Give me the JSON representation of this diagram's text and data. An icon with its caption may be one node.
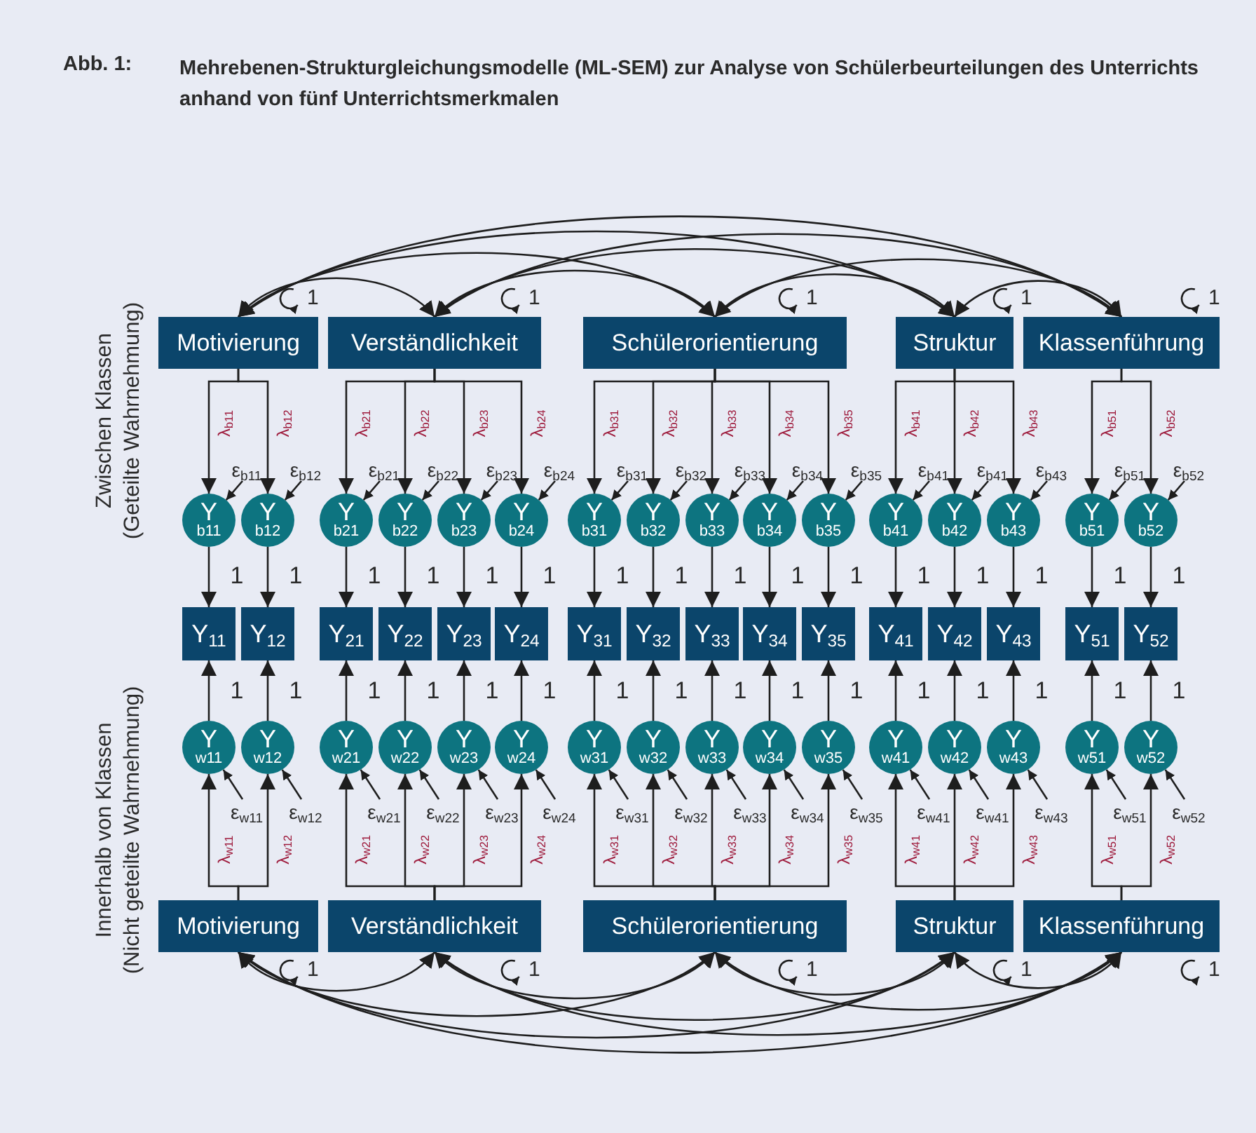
{
  "diagram": {
    "title": "Mehrebenen-Strukturgleichungsmodelle (ML-SEM) zur Analyse von Schülerbeurteilungen des Unterrichts anhand von fünf Unterrichtsmerkmalen",
    "nodes": [
      {
        "text": [
          "Motivierung"
        ],
        "beside": [
          "1"
        ]
      },
      {
        "text": [
          "Verständlichkeit"
        ],
        "beside": [
          "1"
        ]
      },
      {
        "text": [
          "Schülerorientierung"
        ],
        "beside": [
          "1"
        ]
      },
      {
        "text": [
          "Struktur"
        ],
        "beside": [
          "1"
        ]
      },
      {
        "text": [
          "Klassenführung"
        ],
        "beside": [
          "1"
        ]
      },
      {
        "text": [
          "ε$_{b11}$"
        ]
      },
      {
        "text": [
          "ε$_{b12}$"
        ]
      },
      {
        "text": [
          "ε$_{b21}$"
        ]
      },
      {
        "text": [
          "ε$_{b22}$"
        ]
      },
      {
        "text": [
          "ε$_{b23}$"
        ]
      },
      {
        "text": [
          "ε$_{b24}$"
        ]
      },
      {
        "text": [
          "ε$_{b31}$"
        ]
      },
      {
        "text": [
          "ε$_{b32}$"
        ]
      },
      {
        "text": [
          "ε$_{b33}$"
        ]
      },
      {
        "text": [
          "ε$_{b34}$"
        ]
      },
      {
        "text": [
          "ε$_{b35}$"
        ]
      },
      {
        "text": [
          "ε$_{b41}$"
        ]
      },
      {
        "text": [
          "ε$_{b41}$"
        ]
      },
      {
        "text": [
          "ε$_{b43}$"
        ]
      },
      {
        "text": [
          "ε$_{b51}$"
        ]
      },
      {
        "text": [
          "ε$_{b52}$"
        ]
      },
      {
        "text": [
          "Y",
          "b11"
        ]
      },
      {
        "text": [
          "Y",
          "b12"
        ]
      },
      {
        "text": [
          "Y",
          "b21"
        ]
      },
      {
        "text": [
          "Y",
          "b22"
        ]
      },
      {
        "text": [
          "Y",
          "b23"
        ]
      },
      {
        "text": [
          "Y",
          "b24"
        ]
      },
      {
        "text": [
          "Y",
          "b31"
        ]
      },
      {
        "text": [
          "Y",
          "b32"
        ]
      },
      {
        "text": [
          "Y",
          "b33"
        ]
      },
      {
        "text": [
          "Y",
          "b34"
        ]
      },
      {
        "text": [
          "Y",
          "b35"
        ]
      },
      {
        "text": [
          "Y",
          "b41"
        ]
      },
      {
        "text": [
          "Y",
          "b42"
        ]
      },
      {
        "text": [
          "Y",
          "b43"
        ]
      },
      {
        "text": [
          "Y",
          "b51"
        ]
      },
      {
        "text": [
          "Y",
          "b52"
        ]
      },
      {
        "text": [
          "Y$_{11}$"
        ]
      },
      {
        "text": [
          "Y$_{12}$"
        ]
      },
      {
        "text": [
          "Y$_{21}$"
        ]
      },
      {
        "text": [
          "Y$_{22}$"
        ]
      },
      {
        "text": [
          "Y$_{23}$"
        ]
      },
      {
        "text": [
          "Y$_{24}$"
        ]
      },
      {
        "text": [
          "Y$_{31}$"
        ]
      },
      {
        "text": [
          "Y$_{32}$"
        ]
      },
      {
        "text": [
          "Y$_{33}$"
        ]
      },
      {
        "text": [
          "Y$_{34}$"
        ]
      },
      {
        "text": [
          "Y$_{35}$"
        ]
      },
      {
        "text": [
          "Y$_{41}$"
        ]
      },
      {
        "text": [
          "Y$_{42}$"
        ]
      },
      {
        "text": [
          "Y$_{43}$"
        ]
      },
      {
        "text": [
          "Y$_{51}$"
        ]
      },
      {
        "text": [
          "Y$_{52}$"
        ]
      },
      {
        "text": [
          "Y",
          "w11"
        ]
      },
      {
        "text": [
          "Y",
          "w12"
        ]
      },
      {
        "text": [
          "Y",
          "w21"
        ]
      },
      {
        "text": [
          "Y",
          "w22"
        ]
      },
      {
        "text": [
          "Y",
          "w23"
        ]
      },
      {
        "text": [
          "Y",
          "w24"
        ]
      },
      {
        "text": [
          "Y",
          "w31"
        ]
      },
      {
        "text": [
          "Y",
          "w32"
        ]
      },
      {
        "text": [
          "Y",
          "w33"
        ]
      },
      {
        "text": [
          "Y",
          "w34"
        ]
      },
      {
        "text": [
          "Y",
          "w35"
        ]
      },
      {
        "text": [
          "Y",
          "w41"
        ]
      },
      {
        "text": [
          "Y",
          "w42"
        ]
      },
      {
        "text": [
          "Y",
          "w43"
        ]
      },
      {
        "text": [
          "Y",
          "w51"
        ]
      },
      {
        "text": [
          "Y",
          "w52"
        ]
      },
      {
        "text": [
          "ε$_{w11}$"
        ]
      },
      {
        "text": [
          "ε$_{w12}$"
        ]
      },
      {
        "text": [
          "ε$_{w21}$"
        ]
      },
      {
        "text": [
          "ε$_{w22}$"
        ]
      },
      {
        "text": [
          "ε$_{w23}$"
        ]
      },
      {
        "text": [
          "ε$_{w24}$"
        ]
      },
      {
        "text": [
          "ε$_{w31}$"
        ]
      },
      {
        "text": [
          "ε$_{w32}$"
        ]
      },
      {
        "text": [
          "ε$_{w33}$"
        ]
      },
      {
        "text": [
          "ε$_{w34}$"
        ]
      },
      {
        "text": [
          "ε$_{w35}$"
        ]
      },
      {
        "text": [
          "ε$_{w41}$"
        ]
      },
      {
        "text": [
          "ε$_{w41}$"
        ]
      },
      {
        "text": [
          "ε$_{w43}$"
        ]
      },
      {
        "text": [
          "ε$_{w51}$"
        ]
      },
      {
        "text": [
          "ε$_{w52}$"
        ]
      },
      {
        "text": [
          "Motivierung"
        ],
        "beside": [
          "1"
        ]
      },
      {
        "text": [
          "Verständlichkeit"
        ],
        "beside": [
          "1"
        ]
      },
      {
        "text": [
          "Schülerorientierung"
        ],
        "beside": [
          "1"
        ]
      },
      {
        "text": [
          "Struktur"
        ],
        "beside": [
          "1"
        ]
      },
      {
        "text": [
          "Klassenführung"
        ],
        "beside": [
          "1"
        ]
      }
    ],
    "edges": [
      {
        "from": 0,
        "to": 1,
        "arrow": "both"
      },
      {
        "from": 0,
        "to": 2,
        "arrow": "both"
      },
      {
        "from": 0,
        "to": 3,
        "arrow": "both"
      },
      {
        "from": 0,
        "to": 4,
        "arrow": "both"
      },
      {
        "from": 1,
        "to": 2,
        "arrow": "both"
      },
      {
        "from": 1,
        "to": 3,
        "arrow": "both"
      },
      {
        "from": 1,
        "to": 4,
        "arrow": "both"
      },
      {
        "from": 2,
        "to": 3,
        "arrow": "both"
      },
      {
        "from": 2,
        "to": 4,
        "arrow": "both"
      },
      {
        "from": 3,
        "to": 4,
        "arrow": "both"
      },
      {
        "from": 0,
        "to": 21,
        "arrow": "to",
        "label": "λ$_{b11}$"
      },
      {
        "from": 0,
        "to": 22,
        "arrow": "to",
        "label": "λ$_{b12}$"
      },
      {
        "from": 1,
        "to": 23,
        "arrow": "to",
        "label": "λ$_{b21}$"
      },
      {
        "from": 1,
        "to": 24,
        "arrow": "to",
        "label": "λ$_{b22}$"
      },
      {
        "from": 1,
        "to": 25,
        "arrow": "to",
        "label": "λ$_{b23}$"
      },
      {
        "from": 1,
        "to": 26,
        "arrow": "to",
        "label": "λ$_{b24}$"
      },
      {
        "from": 2,
        "to": 27,
        "arrow": "to",
        "label": "λ$_{b31}$"
      },
      {
        "from": 2,
        "to": 28,
        "arrow": "to",
        "label": "λ$_{b32}$"
      },
      {
        "from": 2,
        "to": 29,
        "arrow": "to",
        "label": "λ$_{b33}$"
      },
      {
        "from": 2,
        "to": 30,
        "arrow": "to",
        "label": "λ$_{b34}$"
      },
      {
        "from": 2,
        "to": 31,
        "arrow": "to",
        "label": "λ$_{b35}$"
      },
      {
        "from": 3,
        "to": 32,
        "arrow": "to",
        "label": "λ$_{b41}$"
      },
      {
        "from": 3,
        "to": 33,
        "arrow": "to",
        "label": "λ$_{b42}$"
      },
      {
        "from": 3,
        "to": 34,
        "arrow": "to",
        "label": "λ$_{b43}$"
      },
      {
        "from": 4,
        "to": 35,
        "arrow": "to",
        "label": "λ$_{b51}$"
      },
      {
        "from": 4,
        "to": 36,
        "arrow": "to",
        "label": "λ$_{b52}$"
      },
      {
        "from": 5,
        "to": 21,
        "arrow": "to"
      },
      {
        "from": 6,
        "to": 22,
        "arrow": "to"
      },
      {
        "from": 7,
        "to": 23,
        "arrow": "to"
      },
      {
        "from": 8,
        "to": 24,
        "arrow": "to"
      },
      {
        "from": 9,
        "to": 25,
        "arrow": "to"
      },
      {
        "from": 10,
        "to": 26,
        "arrow": "to"
      },
      {
        "from": 11,
        "to": 27,
        "arrow": "to"
      },
      {
        "from": 12,
        "to": 28,
        "arrow": "to"
      },
      {
        "from": 13,
        "to": 29,
        "arrow": "to"
      },
      {
        "from": 14,
        "to": 30,
        "arrow": "to"
      },
      {
        "from": 15,
        "to": 31,
        "arrow": "to"
      },
      {
        "from": 16,
        "to": 32,
        "arrow": "to"
      },
      {
        "from": 17,
        "to": 33,
        "arrow": "to"
      },
      {
        "from": 18,
        "to": 34,
        "arrow": "to"
      },
      {
        "from": 19,
        "to": 35,
        "arrow": "to"
      },
      {
        "from": 20,
        "to": 36,
        "arrow": "to"
      },
      {
        "from": 21,
        "to": 37,
        "arrow": "to",
        "label": "1"
      },
      {
        "from": 22,
        "to": 38,
        "arrow": "to",
        "label": "1"
      },
      {
        "from": 23,
        "to": 39,
        "arrow": "to",
        "label": "1"
      },
      {
        "from": 24,
        "to": 40,
        "arrow": "to",
        "label": "1"
      },
      {
        "from": 25,
        "to": 41,
        "arrow": "to",
        "label": "1"
      },
      {
        "from": 26,
        "to": 42,
        "arrow": "to",
        "label": "1"
      },
      {
        "from": 27,
        "to": 43,
        "arrow": "to",
        "label": "1"
      },
      {
        "from": 28,
        "to": 44,
        "arrow": "to",
        "label": "1"
      },
      {
        "from": 29,
        "to": 45,
        "arrow": "to",
        "label": "1"
      },
      {
        "from": 30,
        "to": 46,
        "arrow": "to",
        "label": "1"
      },
      {
        "from": 31,
        "to": 47,
        "arrow": "to",
        "label": "1"
      },
      {
        "from": 32,
        "to": 48,
        "arrow": "to",
        "label": "1"
      },
      {
        "from": 33,
        "to": 49,
        "arrow": "to",
        "label": "1"
      },
      {
        "from": 34,
        "to": 50,
        "arrow": "to",
        "label": "1"
      },
      {
        "from": 35,
        "to": 51,
        "arrow": "to",
        "label": "1"
      },
      {
        "from": 36,
        "to": 52,
        "arrow": "to",
        "label": "1"
      },
      {
        "from": 53,
        "to": 37,
        "arrow": "to",
        "label": "1"
      },
      {
        "from": 54,
        "to": 38,
        "arrow": "to",
        "label": "1"
      },
      {
        "from": 55,
        "to": 39,
        "arrow": "to",
        "label": "1"
      },
      {
        "from": 56,
        "to": 40,
        "arrow": "to",
        "label": "1"
      },
      {
        "from": 57,
        "to": 41,
        "arrow": "to",
        "label": "1"
      },
      {
        "from": 58,
        "to": 42,
        "arrow": "to",
        "label": "1"
      },
      {
        "from": 59,
        "to": 43,
        "arrow": "to",
        "label": "1"
      },
      {
        "from": 60,
        "to": 44,
        "arrow": "to",
        "label": "1"
      },
      {
        "from": 61,
        "to": 45,
        "arrow": "to",
        "label": "1"
      },
      {
        "from": 62,
        "to": 46,
        "arrow": "to",
        "label": "1"
      },
      {
        "from": 63,
        "to": 47,
        "arrow": "to",
        "label": "1"
      },
      {
        "from": 64,
        "to": 48,
        "arrow": "to",
        "label": "1"
      },
      {
        "from": 65,
        "to": 49,
        "arrow": "to",
        "label": "1"
      },
      {
        "from": 66,
        "to": 50,
        "arrow": "to",
        "label": "1"
      },
      {
        "from": 67,
        "to": 51,
        "arrow": "to",
        "label": "1"
      },
      {
        "from": 68,
        "to": 52,
        "arrow": "to",
        "label": "1"
      },
      {
        "from": 85,
        "to": 53,
        "arrow": "to",
        "label": "λ$_{w11}$"
      },
      {
        "from": 85,
        "to": 54,
        "arrow": "to",
        "label": "λ$_{w12}$"
      },
      {
        "from": 86,
        "to": 55,
        "arrow": "to",
        "label": "λ$_{w21}$"
      },
      {
        "from": 86,
        "to": 56,
        "arrow": "to",
        "label": "λ$_{w22}$"
      },
      {
        "from": 86,
        "to": 57,
        "arrow": "to",
        "label": "λ$_{w23}$"
      },
      {
        "from": 86,
        "to": 58,
        "arrow": "to",
        "label": "λ$_{w24}$"
      },
      {
        "from": 87,
        "to": 59,
        "arrow": "to",
        "label": "λ$_{w31}$"
      },
      {
        "from": 87,
        "to": 60,
        "arrow": "to",
        "label": "λ$_{w32}$"
      },
      {
        "from": 87,
        "to": 61,
        "arrow": "to",
        "label": "λ$_{w33}$"
      },
      {
        "from": 87,
        "to": 62,
        "arrow": "to",
        "label": "λ$_{w34}$"
      },
      {
        "from": 87,
        "to": 63,
        "arrow": "to",
        "label": "λ$_{w35}$"
      },
      {
        "from": 88,
        "to": 64,
        "arrow": "to",
        "label": "λ$_{w41}$"
      },
      {
        "from": 88,
        "to": 65,
        "arrow": "to",
        "label": "λ$_{w42}$"
      },
      {
        "from": 88,
        "to": 66,
        "arrow": "to",
        "label": "λ$_{w43}$"
      },
      {
        "from": 89,
        "to": 67,
        "arrow": "to",
        "label": "λ$_{w51}$"
      },
      {
        "from": 89,
        "to": 68,
        "arrow": "to",
        "label": "λ$_{w52}$"
      },
      {
        "from": 69,
        "to": 53,
        "arrow": "to"
      },
      {
        "from": 70,
        "to": 54,
        "arrow": "to"
      },
      {
        "from": 71,
        "to": 55,
        "arrow": "to"
      },
      {
        "from": 72,
        "to": 56,
        "arrow": "to"
      },
      {
        "from": 73,
        "to": 57,
        "arrow": "to"
      },
      {
        "from": 74,
        "to": 58,
        "arrow": "to"
      },
      {
        "from": 75,
        "to": 59,
        "arrow": "to"
      },
      {
        "from": 76,
        "to": 60,
        "arrow": "to"
      },
      {
        "from": 77,
        "to": 61,
        "arrow": "to"
      },
      {
        "from": 78,
        "to": 62,
        "arrow": "to"
      },
      {
        "from": 79,
        "to": 63,
        "arrow": "to"
      },
      {
        "from": 80,
        "to": 64,
        "arrow": "to"
      },
      {
        "from": 81,
        "to": 65,
        "arrow": "to"
      },
      {
        "from": 82,
        "to": 66,
        "arrow": "to"
      },
      {
        "from": 83,
        "to": 67,
        "arrow": "to"
      },
      {
        "from": 84,
        "to": 68,
        "arrow": "to"
      },
      {
        "from": 85,
        "to": 86,
        "arrow": "both"
      },
      {
        "from": 85,
        "to": 87,
        "arrow": "both"
      },
      {
        "from": 85,
        "to": 88,
        "arrow": "both"
      },
      {
        "from": 85,
        "to": 89,
        "arrow": "both"
      },
      {
        "from": 86,
        "to": 87,
        "arrow": "both"
      },
      {
        "from": 86,
        "to": 88,
        "arrow": "both"
      },
      {
        "from": 86,
        "to": 89,
        "arrow": "both"
      },
      {
        "from": 87,
        "to": 88,
        "arrow": "both"
      },
      {
        "from": 87,
        "to": 89,
        "arrow": "both"
      },
      {
        "from": 88,
        "to": 89,
        "arrow": "both"
      }
    ],
    "labels": [
      "Abb. 1:",
      "Zwischen Klassen",
      "(Geteilte Wahrnehmung)",
      "Innerhalb von Klassen",
      "(Nicht geteilte Wahrnehmung)"
    ]
  }
}
